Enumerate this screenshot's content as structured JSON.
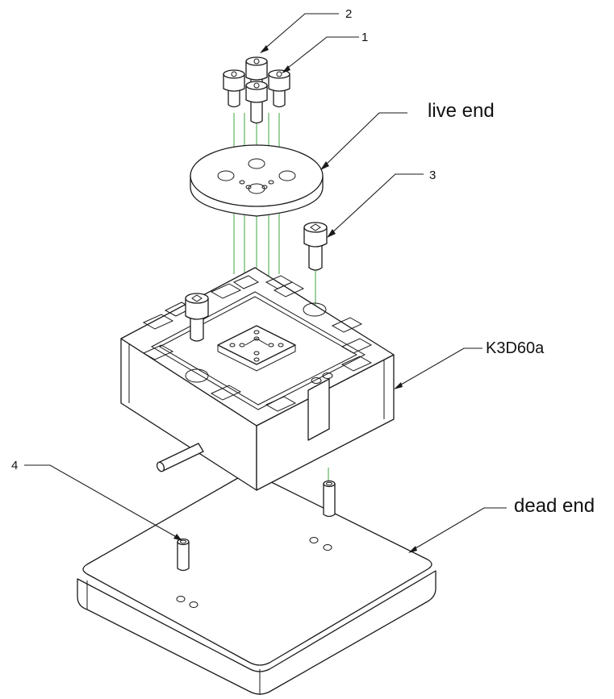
{
  "callouts": {
    "item_1": "1",
    "item_2": "2",
    "item_3": "3",
    "item_4": "4"
  },
  "labels": {
    "live_end": "live end",
    "sensor": "K3D60a",
    "dead_end": "dead end"
  },
  "colors": {
    "axis_lines": "#2a9a2a",
    "outline": "#1a1a1a"
  }
}
